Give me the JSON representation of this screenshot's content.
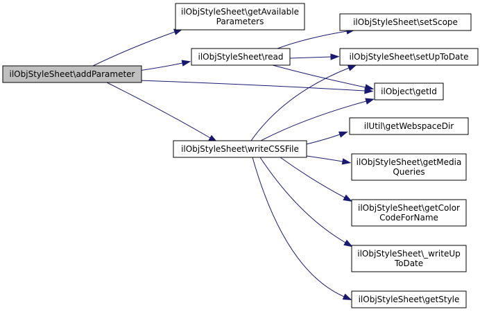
{
  "diagram": {
    "root": "n_add",
    "colors": {
      "edge": "#191970",
      "root_fill": "#bfbfbf",
      "node_fill": "#ffffff",
      "node_border": "#000000"
    },
    "nodes": [
      {
        "id": "n_add",
        "lines": [
          "ilObjStyleSheet\\addParameter"
        ]
      },
      {
        "id": "n_getavail",
        "lines": [
          "ilObjStyleSheet\\getAvailable",
          "Parameters"
        ]
      },
      {
        "id": "n_read",
        "lines": [
          "ilObjStyleSheet\\read"
        ]
      },
      {
        "id": "n_write",
        "lines": [
          "ilObjStyleSheet\\writeCSSFile"
        ]
      },
      {
        "id": "n_setscope",
        "lines": [
          "ilObjStyleSheet\\setScope"
        ]
      },
      {
        "id": "n_setuptodate",
        "lines": [
          "ilObjStyleSheet\\setUpToDate"
        ]
      },
      {
        "id": "n_getid",
        "lines": [
          "ilObject\\getId"
        ]
      },
      {
        "id": "n_webspace",
        "lines": [
          "ilUtil\\getWebspaceDir"
        ]
      },
      {
        "id": "n_media",
        "lines": [
          "ilObjStyleSheet\\getMedia",
          "Queries"
        ]
      },
      {
        "id": "n_color",
        "lines": [
          "ilObjStyleSheet\\getColor",
          "CodeForName"
        ]
      },
      {
        "id": "n_writeup",
        "lines": [
          "ilObjStyleSheet\\_writeUp",
          "ToDate"
        ]
      },
      {
        "id": "n_getstyle",
        "lines": [
          "ilObjStyleSheet\\getStyle"
        ]
      }
    ],
    "edges": [
      {
        "from": "n_add",
        "to": "n_getavail"
      },
      {
        "from": "n_add",
        "to": "n_read"
      },
      {
        "from": "n_add",
        "to": "n_getid"
      },
      {
        "from": "n_add",
        "to": "n_write"
      },
      {
        "from": "n_read",
        "to": "n_setscope"
      },
      {
        "from": "n_read",
        "to": "n_setuptodate"
      },
      {
        "from": "n_read",
        "to": "n_getid"
      },
      {
        "from": "n_write",
        "to": "n_setuptodate"
      },
      {
        "from": "n_write",
        "to": "n_getid"
      },
      {
        "from": "n_write",
        "to": "n_webspace"
      },
      {
        "from": "n_write",
        "to": "n_media"
      },
      {
        "from": "n_write",
        "to": "n_color"
      },
      {
        "from": "n_write",
        "to": "n_writeup"
      },
      {
        "from": "n_write",
        "to": "n_getstyle"
      }
    ]
  }
}
